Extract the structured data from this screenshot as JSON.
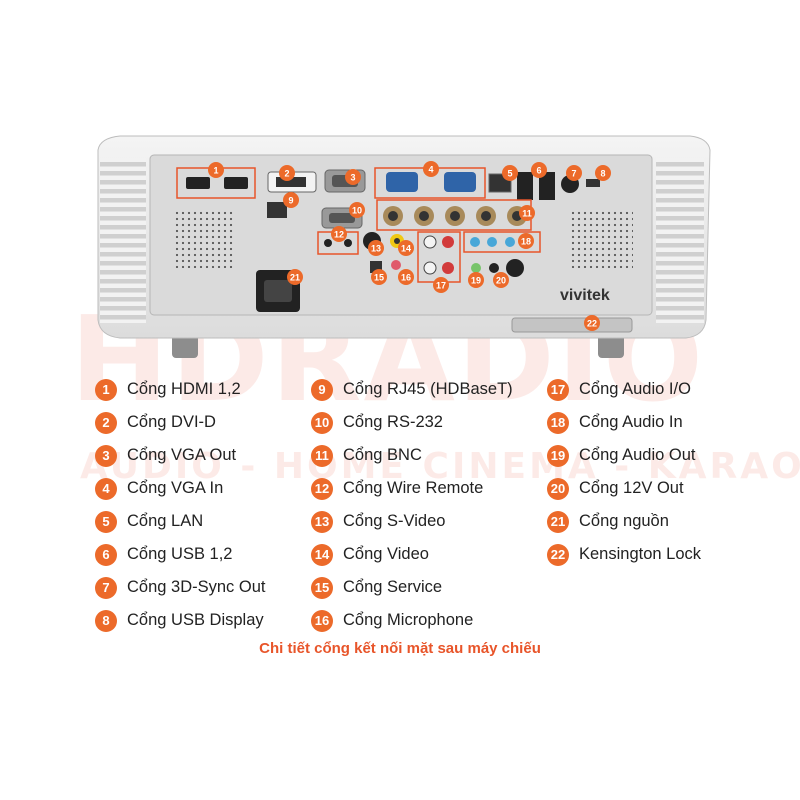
{
  "colors": {
    "accent": "#ec6a2a",
    "caption": "#e8552a",
    "watermark": "#e8553c",
    "projector_body": "#e6e6e6",
    "projector_panel": "#d9d9d9"
  },
  "watermark": {
    "main": "HDRADIO",
    "sub": "AUDIO - HOME CINEMA - KARAOKE"
  },
  "projector": {
    "brand": "vivitek",
    "callouts": [
      "1",
      "2",
      "3",
      "4",
      "5",
      "6",
      "7",
      "8",
      "9",
      "10",
      "11",
      "12",
      "13",
      "14",
      "15",
      "16",
      "17",
      "18",
      "19",
      "20",
      "21",
      "22"
    ]
  },
  "legend": {
    "col1": [
      {
        "num": "1",
        "label": "Cổng HDMI 1,2"
      },
      {
        "num": "2",
        "label": "Cổng DVI-D"
      },
      {
        "num": "3",
        "label": "Cổng VGA Out"
      },
      {
        "num": "4",
        "label": "Cổng VGA In"
      },
      {
        "num": "5",
        "label": "Cổng LAN"
      },
      {
        "num": "6",
        "label": "Cổng USB 1,2"
      },
      {
        "num": "7",
        "label": "Cổng 3D-Sync Out"
      },
      {
        "num": "8",
        "label": "Cổng USB Display"
      }
    ],
    "col2": [
      {
        "num": "9",
        "label": "Cổng RJ45 (HDBaseT)"
      },
      {
        "num": "10",
        "label": "Cổng RS-232"
      },
      {
        "num": "11",
        "label": "Cổng BNC"
      },
      {
        "num": "12",
        "label": "Cổng Wire Remote"
      },
      {
        "num": "13",
        "label": "Cổng S-Video"
      },
      {
        "num": "14",
        "label": "Cổng Video"
      },
      {
        "num": "15",
        "label": "Cổng Service"
      },
      {
        "num": "16",
        "label": "Cổng Microphone"
      }
    ],
    "col3": [
      {
        "num": "17",
        "label": "Cổng Audio I/O"
      },
      {
        "num": "18",
        "label": "Cổng Audio In"
      },
      {
        "num": "19",
        "label": "Cổng Audio Out"
      },
      {
        "num": "20",
        "label": "Cổng 12V Out"
      },
      {
        "num": "21",
        "label": "Cổng nguồn"
      },
      {
        "num": "22",
        "label": "Kensington Lock"
      }
    ]
  },
  "caption": "Chi tiết cổng kết nối mặt sau máy chiếu"
}
